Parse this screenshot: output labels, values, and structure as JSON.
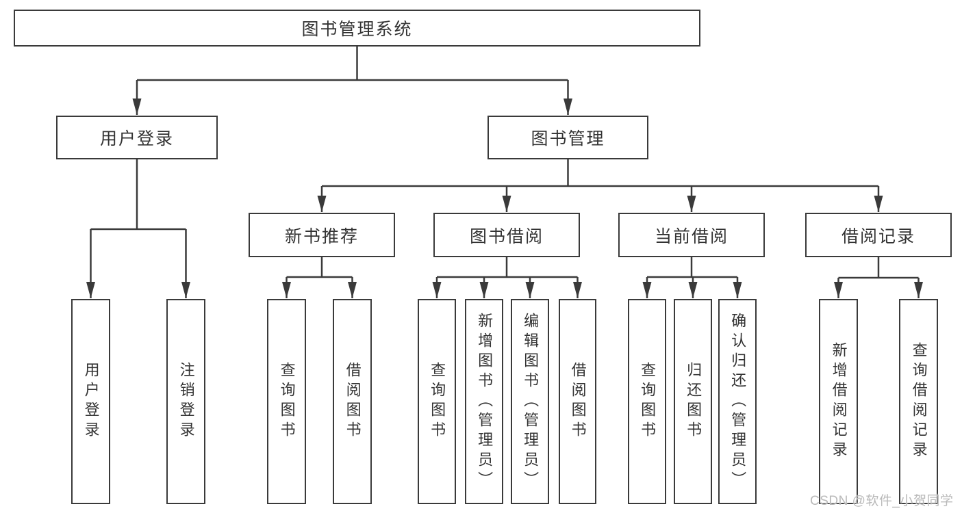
{
  "diagram": {
    "type": "hierarchy-tree",
    "title": "图书管理系统"
  },
  "root": {
    "label": "图书管理系统"
  },
  "level2": [
    {
      "label": "用户登录"
    },
    {
      "label": "图书管理"
    }
  ],
  "level3": [
    {
      "label": "新书推荐",
      "parent": "图书管理"
    },
    {
      "label": "图书借阅",
      "parent": "图书管理"
    },
    {
      "label": "当前借阅",
      "parent": "图书管理"
    },
    {
      "label": "借阅记录",
      "parent": "图书管理"
    }
  ],
  "leaves": [
    {
      "label": "用户登录",
      "parent": "用户登录"
    },
    {
      "label": "注销登录",
      "parent": "用户登录"
    },
    {
      "label": "查询图书",
      "parent": "新书推荐"
    },
    {
      "label": "借阅图书",
      "parent": "新书推荐"
    },
    {
      "label": "查询图书",
      "parent": "图书借阅"
    },
    {
      "label": "新增图书（管理员）",
      "parent": "图书借阅"
    },
    {
      "label": "编辑图书（管理员）",
      "parent": "图书借阅"
    },
    {
      "label": "借阅图书",
      "parent": "图书借阅"
    },
    {
      "label": "查询图书",
      "parent": "当前借阅"
    },
    {
      "label": "归还图书",
      "parent": "当前借阅"
    },
    {
      "label": "确认归还（管理员）",
      "parent": "当前借阅"
    },
    {
      "label": "新增借阅记录",
      "parent": "借阅记录"
    },
    {
      "label": "查询借阅记录",
      "parent": "借阅记录"
    }
  ],
  "watermark": {
    "text": "CSDN @软件_小贺同学"
  },
  "colors": {
    "background": "#ffffff",
    "line": "#3a3a3a",
    "box_border": "#3a3a3a",
    "box_fill": "#ffffff",
    "text": "#333333",
    "watermark": "#b9b9b9"
  }
}
